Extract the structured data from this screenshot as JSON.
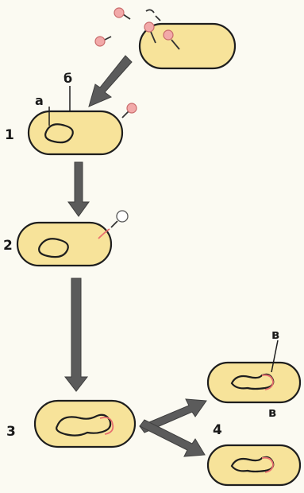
{
  "steps": [
    "1",
    "2",
    "3",
    "4"
  ],
  "labels": {
    "a": "а",
    "b": "б",
    "v_top": "в",
    "v_bottom": "в"
  },
  "colors": {
    "background": "#fbfaf2",
    "cell_fill": "#f7e39a",
    "outline": "#1e1e1e",
    "phage_head": "#f2a9a9",
    "viral_dna": "#e8706f",
    "arrow": "#5b5b5b"
  }
}
